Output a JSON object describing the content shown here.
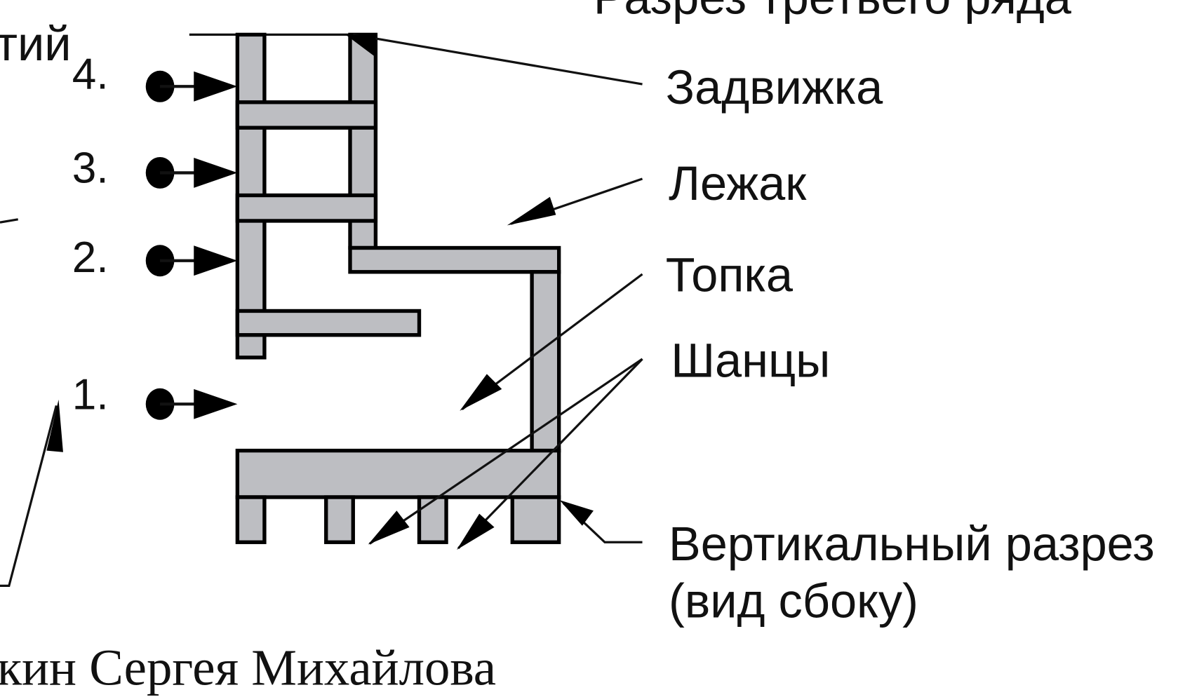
{
  "diagram": {
    "title": "Разрез третьего ряда",
    "left_fragment": "тий",
    "levels": [
      "4.",
      "3.",
      "2.",
      "1."
    ],
    "labels": {
      "valve": "Задвижка",
      "lezhak": "Лежак",
      "firebox": "Топка",
      "shantsy": "Шанцы",
      "section_line1": "Вертикальный разрез",
      "section_line2": "(вид сбоку)"
    },
    "caption_fragment": "кин Сергея Михайлова",
    "colors": {
      "brick": "#bdbec2",
      "outline": "#000000"
    }
  }
}
